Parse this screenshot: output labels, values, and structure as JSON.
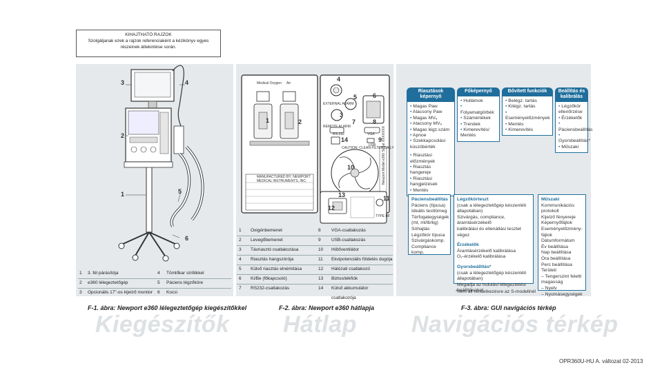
{
  "note": {
    "title": "KIHAJTHATÓ RAJZOK",
    "lines": [
      "Szolgáljanak ezek a rajzok referenciaként a kézikönyv egyes",
      "részeinek áttekintése során."
    ]
  },
  "accessories": {
    "callouts": [
      "1",
      "2",
      "3",
      "4",
      "5",
      "6"
    ],
    "legend": [
      {
        "num": "1",
        "text": "3. fél párásítója",
        "num2": "4",
        "text2": "Tömlőkar sínfékkel"
      },
      {
        "num": "2",
        "text": "e360 lélegeztetőgép",
        "num2": "5",
        "text2": "Páciens légzőköre"
      },
      {
        "num": "3",
        "text": "Opcionális 17\"-os kijelző monitor",
        "num2": "6",
        "text2": "Kocsi"
      }
    ],
    "caption": "F-1. ábra: Newport e360 lélegeztetőgép kiegészítőkkel",
    "big_title": "Kiegészítők"
  },
  "rear": {
    "callouts": [
      "1",
      "2",
      "3",
      "4",
      "5",
      "6",
      "7",
      "8",
      "9",
      "10",
      "11",
      "12",
      "13",
      "14"
    ],
    "small_labels": {
      "medical_oxygen": "Medical Oxygen",
      "medical_air": "Air",
      "external_alarm": "EXTERNAL ALARM",
      "remote_alarm": "REMOTE ALARM",
      "rs232": "RS-232",
      "vga": "VGA",
      "usb": "USB",
      "caution_filter": "CAUTION: CLEAN FILTER DAILY",
      "serial": "Newport Model e360 Serial XXXXXXX",
      "manufacturer": "MANUFACTURED BY: NEWPORT MEDICAL INSTRUMENTS, INC.",
      "type_bf": "TYPE BF"
    },
    "legend": [
      {
        "num": "1",
        "text": "Oxigénbemenet",
        "num2": "8",
        "text2": "VGA-csatlakozás"
      },
      {
        "num": "2",
        "text": "Levegőbemenet",
        "num2": "9",
        "text2": "USB-csatlakozás"
      },
      {
        "num": "3",
        "text": "Távriasztó csatlakozása",
        "num2": "10",
        "text2": "Hűtőventilátor"
      },
      {
        "num": "4",
        "text": "Riasztás hangszórója",
        "num2": "11",
        "text2": "Ekvipotenciális földelés dugója"
      },
      {
        "num": "5",
        "text": "Külső riasztás elnémítása",
        "num2": "12",
        "text2": "Hálózati csatlakozó"
      },
      {
        "num": "6",
        "text": "Ki/Be (főkapcsoló)",
        "num2": "13",
        "text2": "Biztosítékfiók"
      },
      {
        "num": "7",
        "text": "RS232-csatlakozás",
        "num2": "14",
        "text2": "Külső akkumulátor csatlakozója"
      }
    ],
    "caption": "F-2. ábra: Newport e360 hátlapja",
    "big_title": "Hátlap"
  },
  "nav": {
    "columns": [
      {
        "title": "Riasztások képernyő",
        "items": [
          "Magas Paw",
          "Alacsony Paw",
          "Magas MVₑ",
          "Alacsony MVₑ",
          "Magas légz.szám",
          "Apnoe",
          "Szekkapcsolási küszöbérték"
        ],
        "items2": [
          "Riasztási előzmények",
          "Riasztás hangereje",
          "Riasztási hangjelzések",
          "Mentés"
        ]
      },
      {
        "title": "Főképernyő",
        "items": [
          "Hullámok",
          "Folyamatgörbék",
          "Számértékek",
          "Trendek",
          "Kimerevítés/ Mentés"
        ]
      },
      {
        "title": "Bővített funkciók",
        "items": [
          "Belégz. tartás",
          "Kilégz. tartás",
          "Eseményelőzmények",
          "Mentés",
          "Kimerevítés"
        ]
      },
      {
        "title": "Beállítás és kalibrálás",
        "items": [
          "Légzőkör ellenőrzése",
          "Érzékelők",
          "Páciensbeállítás",
          "Gyorsbeállítás*",
          "Műszaki"
        ]
      }
    ],
    "patient": {
      "title": "Páciensbeállítás",
      "lines": [
        "Páciens (típusa)",
        "Ideális testtömeg",
        "Térfogategységek",
        "(ml, ml/lb/kg)",
        "Sóhajtás",
        "Légzőkör típusa",
        "Szivárgáskomp.",
        "Compliance komp."
      ]
    },
    "circuit": {
      "title": "Légzőkörteszt",
      "lines": [
        "(csak a lélegeztetőgép készenléti",
        "állapotában)",
        "Szivárgás, compliance, áramlásérzékelő",
        "kalibrálási és ellenállási tesztet végez"
      ],
      "sensors_title": "Érzékelők",
      "sensors_lines": [
        "Áramlásérzékelő kalibrálása",
        "O₂-érzékelő kalibrálása"
      ],
      "quick_title": "Gyorsbeállítás*",
      "quick_lines": [
        "(csak a lélegeztetőgép készenléti",
        "állapotában)",
        "Megadja az indulási lélegeztetési",
        "beállításokat"
      ],
      "footnote": "*nem áll rendelkezésre az S-modellnél"
    },
    "technical": {
      "title": "Műszaki",
      "lines": [
        "Kommunikációs",
        "protokoll",
        "Kijelző fényereje",
        "Képernyőfájlok",
        "Eseményelőzmény-",
        "fájlok",
        "Dátumformátum",
        "Év beállítása",
        "Nap beállítása",
        "Óra beállítása",
        "Perc beállítása",
        "Területi",
        "– Tengerszint feletti",
        "  magasság",
        "– Nyelv",
        "– Nyomásegységek"
      ]
    },
    "caption": "F-3. ábra: GUI navigációs térkép",
    "big_title": "Navigációs térkép"
  },
  "footer": "OPR360U-HU A. változat 02-2013"
}
